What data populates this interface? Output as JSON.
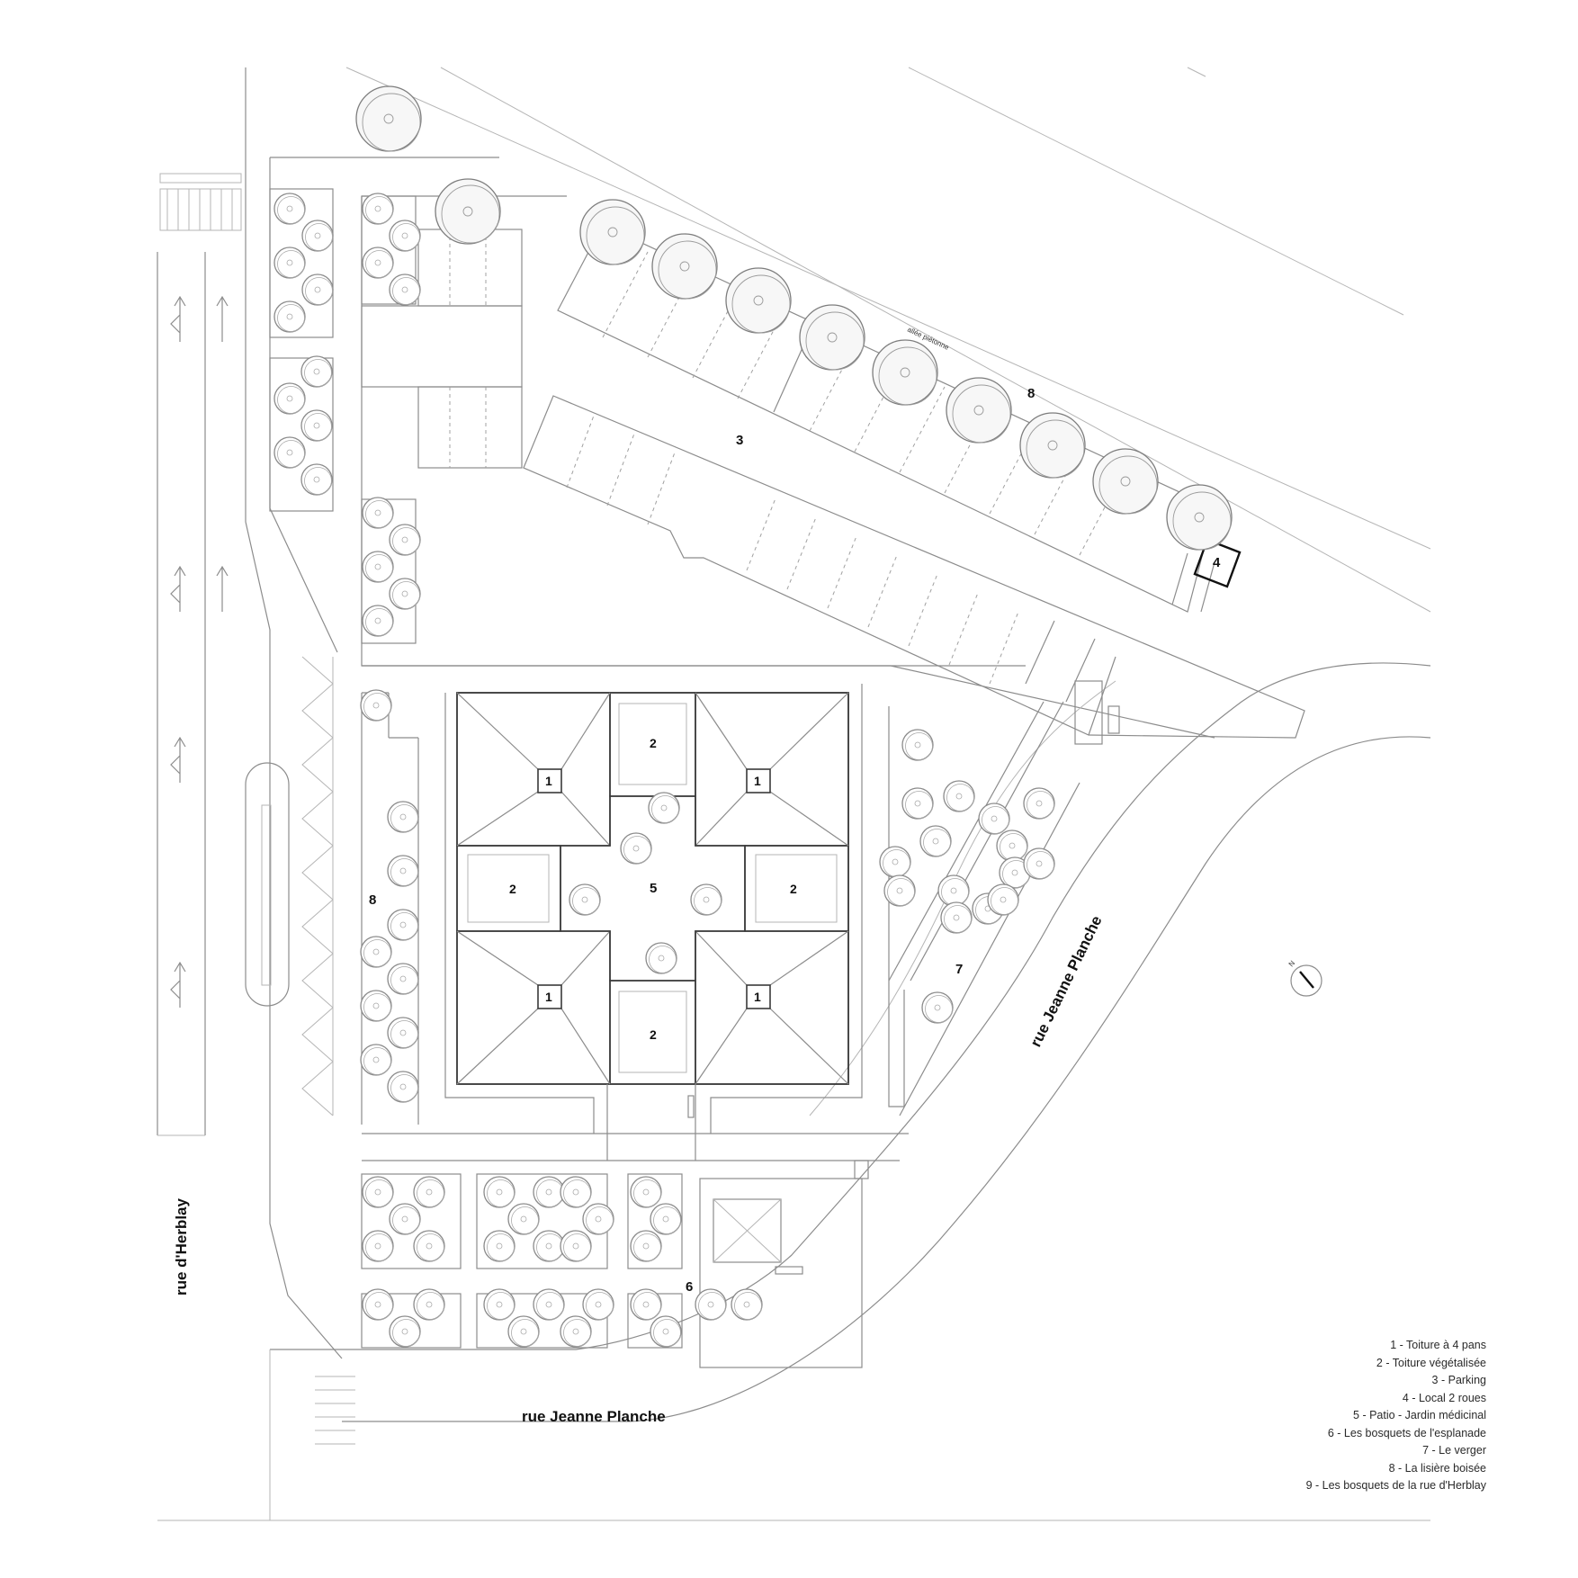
{
  "streets": {
    "west": "rue d'Herblay",
    "south": "rue Jeanne Planche",
    "east": "rue Jeanne Planche"
  },
  "path_label": "allée piétonne",
  "zones": {
    "parking": "3",
    "bike_shed": "4",
    "patio": "5",
    "esplanade": "6",
    "orchard": "7",
    "woodland_north": "8",
    "woodland_west": "8"
  },
  "roofs": {
    "hip": "1",
    "green": "2"
  },
  "compass": {
    "north_label": "N"
  },
  "legend": [
    "1 - Toiture à 4 pans",
    "2 - Toiture végétalisée",
    "3 - Parking",
    "4 - Local 2 roues",
    "5 - Patio - Jardin médicinal",
    "6 - Les bosquets de l'esplanade",
    "7 - Le verger",
    "8 - La lisière boisée",
    "9 - Les bosquets de la rue d'Herblay"
  ]
}
